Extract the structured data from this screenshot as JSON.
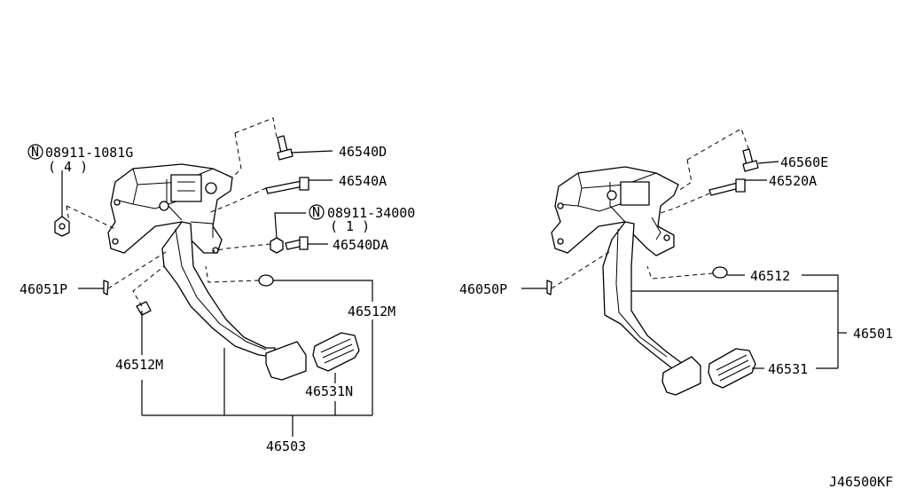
{
  "diagram_code": "J46500KF",
  "left_assembly": {
    "labels": {
      "nut_n1": "08911-1081G",
      "nut_n1_qty": "( 4 )",
      "bolt_d": "46540D",
      "bolt_a": "46540A",
      "nut_n2": "08911-34000",
      "nut_n2_qty": "( 1 )",
      "bolt_da": "46540DA",
      "pin": "46051P",
      "stopper_right": "46512M",
      "stopper_left": "46512M",
      "pad": "46531N",
      "assembly": "46503"
    },
    "n_symbol": "N"
  },
  "right_assembly": {
    "labels": {
      "bolt_e": "46560E",
      "bolt_a": "46520A",
      "pin": "46050P",
      "stopper": "46512",
      "assembly": "46501",
      "pad": "46531"
    }
  }
}
